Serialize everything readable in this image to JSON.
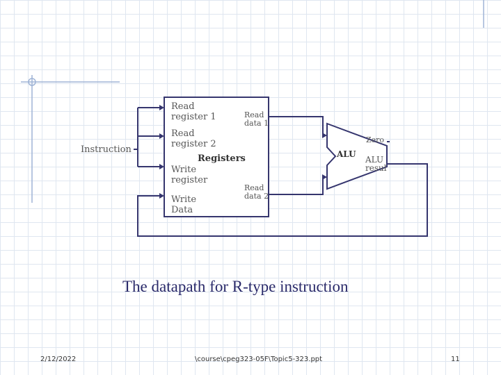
{
  "diagram": {
    "instruction_label": "Instruction",
    "registers": {
      "title": "Registers",
      "read_register_1": "Read\nregister 1",
      "read_register_2": "Read\nregister 2",
      "write_register": "Write\nregister",
      "write_data": "Write\nData",
      "read_data_1": "Read\ndata 1",
      "read_data_2": "Read\ndata 2"
    },
    "alu": {
      "label": "ALU",
      "zero": "Zero",
      "result": "ALU\nresul"
    }
  },
  "caption": "The datapath for R-type instruction",
  "footer": {
    "date": "2/12/2022",
    "path": "\\course\\cpeg323-05F\\Topic5-323.ppt",
    "page": "11"
  },
  "colors": {
    "wire": "#35356e",
    "caption": "#2a2a6a",
    "slide_accent": "#9fb4d6"
  }
}
